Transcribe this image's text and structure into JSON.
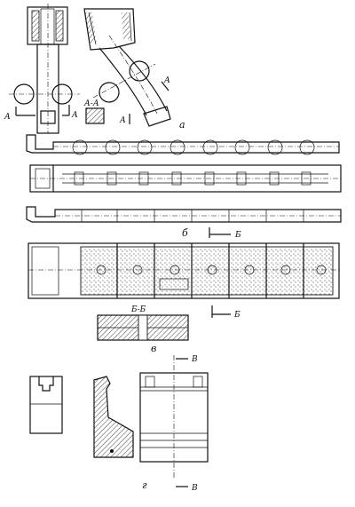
{
  "labels": {
    "section_a": "А",
    "section_aa": "А-А",
    "fig_a": "а",
    "section_b": "Б",
    "fig_b": "б",
    "section_bb": "Б-Б",
    "fig_v": "в",
    "section_v": "В",
    "fig_g": "г"
  },
  "colors": {
    "ink": "#111111",
    "paper": "#ffffff"
  }
}
